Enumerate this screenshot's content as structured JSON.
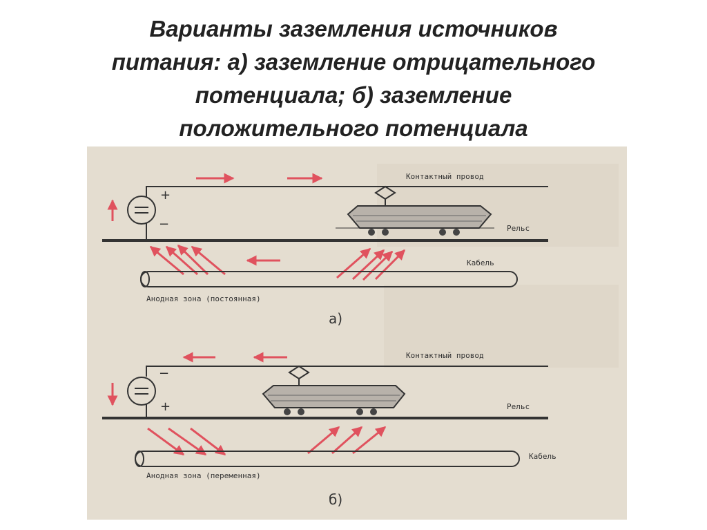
{
  "title_lines": [
    "Варианты заземления источников",
    "питания: а) заземление отрицательного",
    "потенциала; б) заземление",
    "положительного потенциала"
  ],
  "diagram_a": {
    "contact_wire": "Контактный провод",
    "rail": "Рельс",
    "cable": "Кабель",
    "zone": "Анодная зона (постоянная)",
    "caption": "а)",
    "plus": "+",
    "minus": "−"
  },
  "diagram_b": {
    "contact_wire": "Контактный провод",
    "rail": "Рельс",
    "cable": "Кабель",
    "zone": "Анодная зона (переменная)",
    "caption": "б)",
    "plus": "+",
    "minus": "−"
  },
  "colors": {
    "arrow": "#e0525e",
    "paper": "#e4ddd0",
    "ink": "#333333"
  }
}
